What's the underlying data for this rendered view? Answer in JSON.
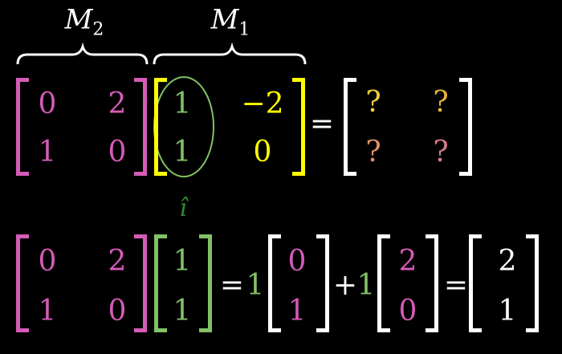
{
  "labels": {
    "m2": "M",
    "m2_sub": "2",
    "m1": "M",
    "m1_sub": "1"
  },
  "top_equation": {
    "m2": [
      [
        "0",
        "2"
      ],
      [
        "1",
        "0"
      ]
    ],
    "m1": [
      [
        "1",
        "−2"
      ],
      [
        "1",
        "0"
      ]
    ],
    "equals": "=",
    "result": [
      [
        "?",
        "?"
      ],
      [
        "?",
        "?"
      ]
    ]
  },
  "basis_label": "î",
  "bottom_equation": {
    "m2": [
      [
        "0",
        "2"
      ],
      [
        "1",
        "0"
      ]
    ],
    "vector": [
      "1",
      "1"
    ],
    "equals1": "=",
    "coef1": "1",
    "col1": [
      "0",
      "1"
    ],
    "plus": "+",
    "coef2": "1",
    "col2": [
      "2",
      "0"
    ],
    "equals2": "=",
    "result": [
      "2",
      "1"
    ]
  },
  "colors": {
    "m2": "#d55bb7",
    "m1": "#ffff00",
    "i_hat": "#83c167",
    "result": "#ffffff",
    "q1": "#f4d03f",
    "q2": "#e8b53a",
    "q3": "#e0906a",
    "q4": "#d87a8a"
  }
}
